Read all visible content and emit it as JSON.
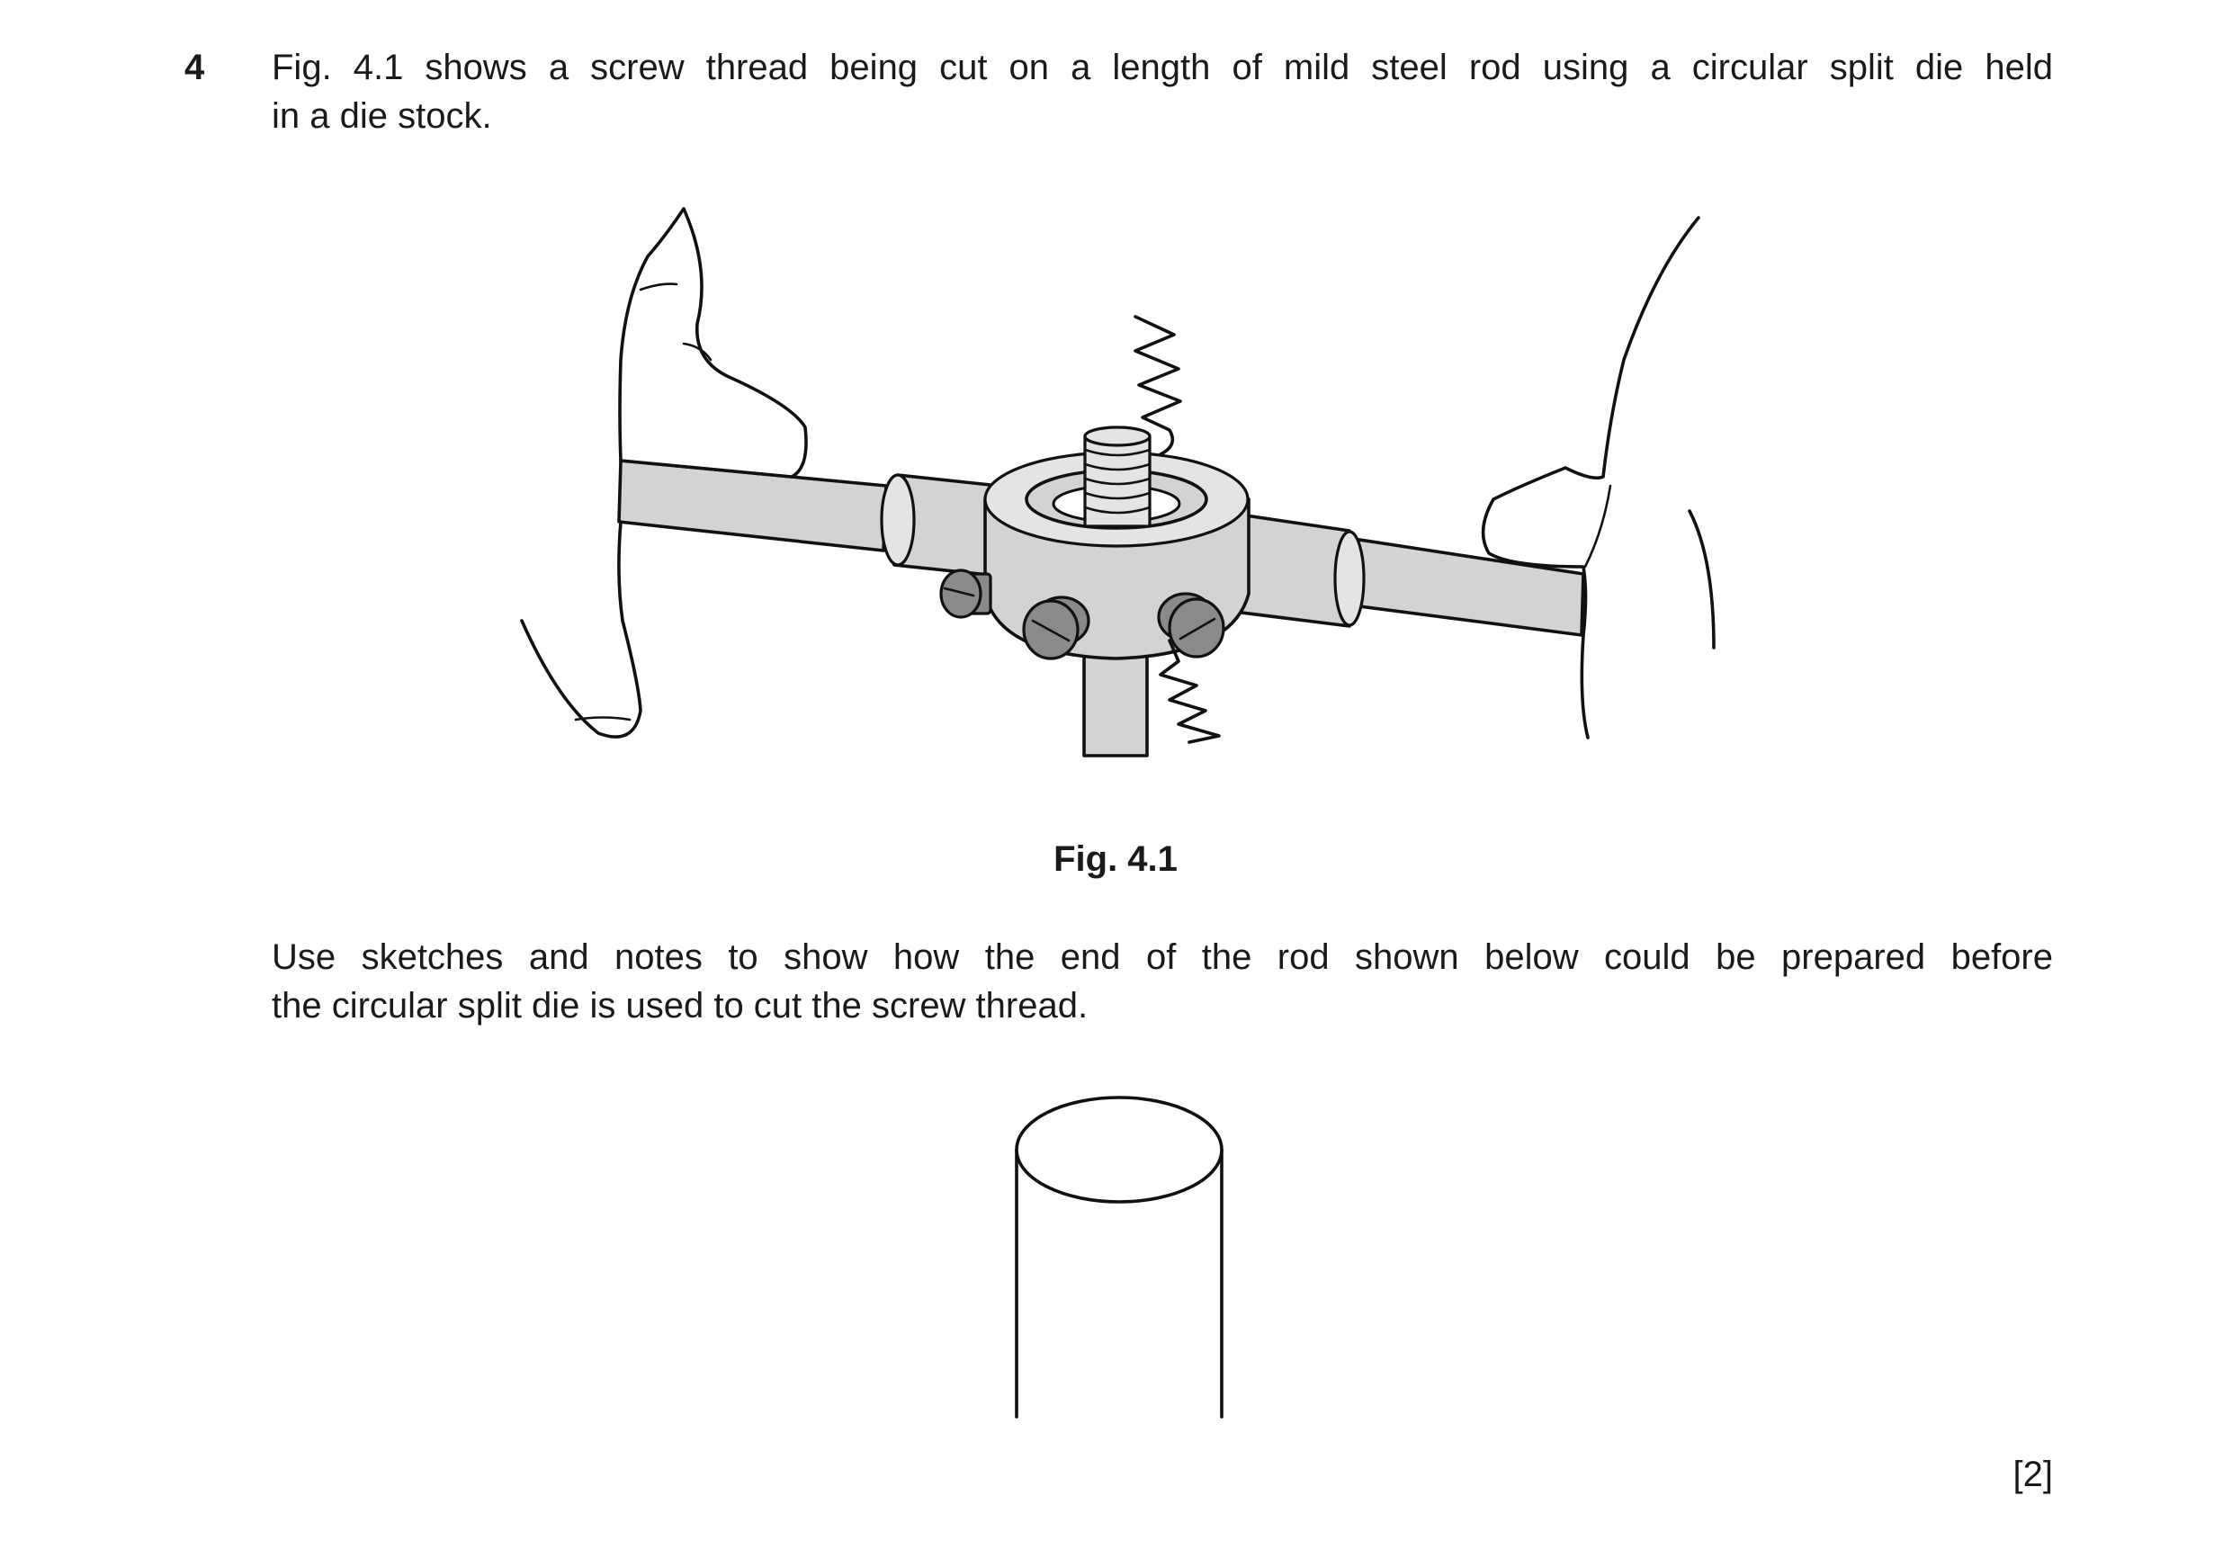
{
  "question": {
    "number": "4",
    "intro_lines": [
      "Fig. 4.1 shows a screw thread being cut on a length of mild steel rod using a circular split die held",
      "in a die stock."
    ],
    "figure_caption": "Fig. 4.1",
    "instruction_lines": [
      "Use sketches and notes to show how the end of the rod shown below could be prepared before",
      "the circular split die is used to cut the screw thread."
    ],
    "marks": "[2]"
  },
  "figure": {
    "description_icon": "die-stock-with-split-die-illustration",
    "rod_icon": "plain-rod-end-illustration"
  }
}
